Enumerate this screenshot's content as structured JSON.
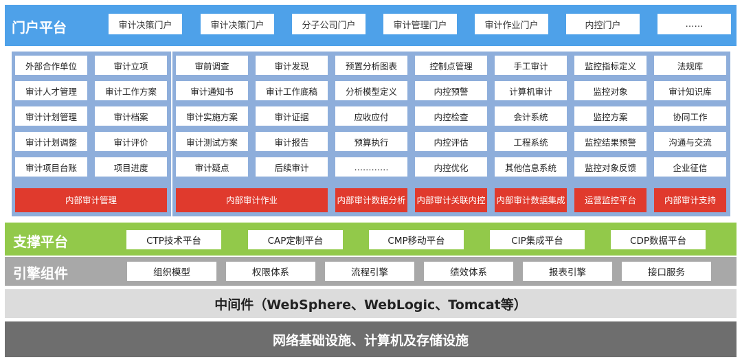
{
  "portal": {
    "title": "门户平台",
    "items": [
      "审计决策门户",
      "审计决策门户",
      "分子公司门户",
      "审计管理门户",
      "审计作业门户",
      "内控门户",
      "……"
    ]
  },
  "groups": [
    {
      "columns": [
        [
          "外部合作单位",
          "审计人才管理",
          "审计计划管理",
          "审计计划调整",
          "审计项目台账"
        ],
        [
          "审计立项",
          "审计工作方案",
          "审计档案",
          "审计评价",
          "项目进度"
        ]
      ],
      "labels": [
        "内部审计管理"
      ]
    },
    {
      "columns": [
        [
          "审前调查",
          "审计通知书",
          "审计实施方案",
          "审计测试方案",
          "审计疑点"
        ],
        [
          "审计发现",
          "审计工作底稿",
          "审计证据",
          "审计报告",
          "后续审计"
        ],
        [
          "预置分析图表",
          "分析模型定义",
          "应收应付",
          "预算执行",
          "…………"
        ]
      ],
      "labels": [
        "内部审计作业",
        "内部审计数据分析"
      ]
    },
    {
      "columns": [
        [
          "控制点管理",
          "内控预警",
          "内控检查",
          "内控评估",
          "内控优化"
        ],
        [
          "手工审计",
          "计算机审计",
          "会计系统",
          "工程系统",
          "其他信息系统"
        ],
        [
          "监控指标定义",
          "监控对象",
          "监控方案",
          "监控结果预警",
          "监控对象反馈"
        ]
      ],
      "labels": [
        "内部审计关联内控",
        "内部审计数据集成",
        "运营监控平台"
      ]
    },
    {
      "columns": [
        [
          "法规库",
          "审计知识库",
          "协同工作",
          "沟通与交流",
          "企业征信"
        ]
      ],
      "labels": [
        "内部审计支持"
      ]
    }
  ],
  "support": {
    "title": "支撑平台",
    "items": [
      "CTP技术平台",
      "CAP定制平台",
      "CMP移动平台",
      "CIP集成平台",
      "CDP数据平台"
    ]
  },
  "engine": {
    "title": "引擎组件",
    "items": [
      "组织模型",
      "权限体系",
      "流程引擎",
      "绩效体系",
      "报表引擎",
      "接口服务"
    ]
  },
  "middleware": {
    "text": "中间件（WebSphere、WebLogic、Tomcat等）"
  },
  "infrastructure": {
    "text": "网络基础设施、计算机及存储设施"
  },
  "colors": {
    "portal": "#4ea1e9",
    "group": "#8eaedb",
    "label_red": "#e03a2d",
    "support": "#92c94a",
    "engine": "#a8a8a8",
    "middleware": "#dcdcdc",
    "infrastructure": "#6e6e6e"
  }
}
